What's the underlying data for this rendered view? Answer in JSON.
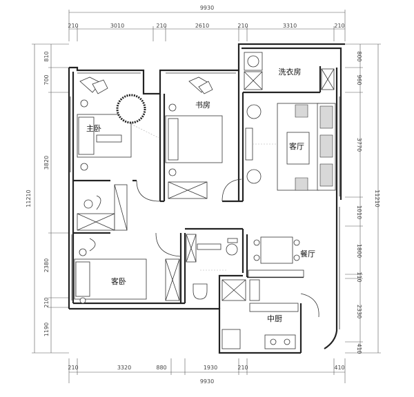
{
  "dimensions": {
    "top_total": "9930",
    "top_segments": [
      "210",
      "3010",
      "210",
      "2610",
      "210",
      "3310",
      "210"
    ],
    "bottom_total": "9930",
    "bottom_segments": [
      "210",
      "3320",
      "880",
      "1930",
      "210",
      "410"
    ],
    "left_total": "11210",
    "left_segments": [
      "810",
      "700",
      "3820",
      "2380",
      "210",
      "1190"
    ],
    "right_total": "11210",
    "right_segments": [
      "800",
      "960",
      "3770",
      "1010",
      "1800",
      "110",
      "2330",
      "410"
    ]
  },
  "rooms": {
    "master_bedroom": "主卧",
    "study": "书房",
    "living_room": "客厅",
    "bedroom_guest": "客卧",
    "dining": "餐厅",
    "kitchen": "中厨",
    "laundry": "洗衣房"
  }
}
